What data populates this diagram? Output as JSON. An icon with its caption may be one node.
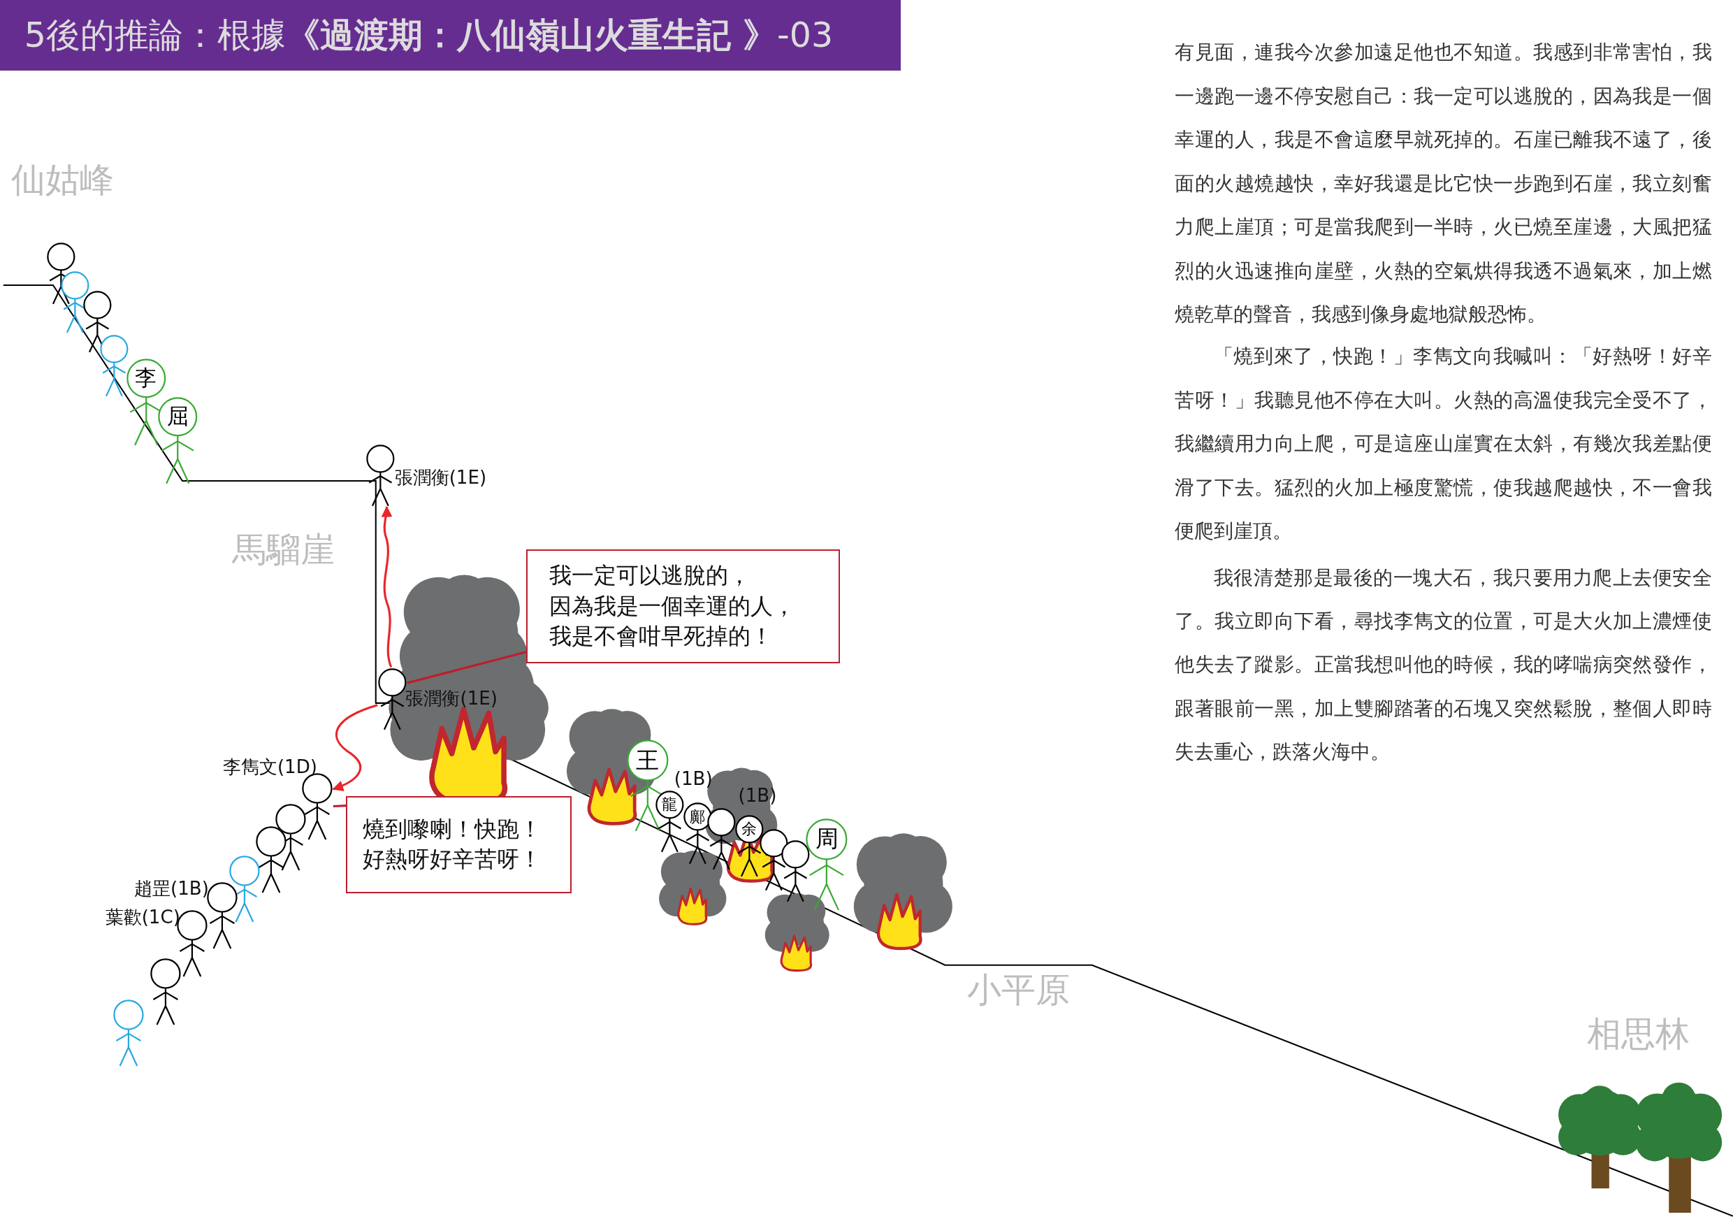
{
  "diagram": {
    "title": "5後的推論：根據**《過渡期：八仙嶺山火重生記 》**-03",
    "nodes": [
      {
        "text": [],
        "shape": "person"
      },
      {
        "text": [],
        "shape": "person"
      },
      {
        "text": [],
        "shape": "person"
      },
      {
        "text": [],
        "shape": "person"
      },
      {
        "text": [
          "李"
        ]
      },
      {
        "text": [
          "屈"
        ]
      },
      {
        "text": [],
        "shape": "person",
        "beside": [
          "張潤衡(1E)"
        ]
      },
      {
        "text": [
          "我一定可以逃脫的，因為我是一個幸運的人，我是不會咁早死掉的！"
        ]
      },
      {
        "text": [],
        "shape": "person",
        "beside": [
          "張潤衡(1E)"
        ]
      },
      {
        "text": [],
        "shape": "person",
        "beside": [
          "李雋文(1D)"
        ]
      },
      {
        "text": [
          "燒到嚟喇！快跑！好熱呀好辛苦呀！"
        ]
      },
      {
        "text": [],
        "shape": "person"
      },
      {
        "text": [],
        "shape": "person"
      },
      {
        "text": [],
        "shape": "person"
      },
      {
        "text": [],
        "shape": "person",
        "beside": [
          "趙罡(1B)"
        ]
      },
      {
        "text": [],
        "shape": "person",
        "beside": [
          "葉歡(1C)"
        ]
      },
      {
        "text": [],
        "shape": "person"
      },
      {
        "text": [],
        "shape": "person"
      },
      {
        "text": [
          "王"
        ]
      },
      {
        "text": [
          "龍"
        ],
        "beside": [
          "(1B)"
        ]
      },
      {
        "text": [
          "鄺"
        ]
      },
      {
        "text": [],
        "shape": "person"
      },
      {
        "text": [
          "余"
        ],
        "beside": [
          "(1B)"
        ]
      },
      {
        "text": [],
        "shape": "person"
      },
      {
        "text": [],
        "shape": "person"
      },
      {
        "text": [
          "周"
        ]
      }
    ],
    "edges": [
      {
        "from": 8,
        "to": 6,
        "arrow": "to",
        "color": "#e8262b"
      },
      {
        "from": 8,
        "to": 9,
        "arrow": "to",
        "color": "#e8262b"
      },
      {
        "from": 7,
        "to": 8,
        "arrow": "none",
        "color": "#be1e2d"
      },
      {
        "from": 10,
        "to": 9,
        "arrow": "none",
        "color": "#be1e2d"
      }
    ],
    "labels": [
      "仙姑峰",
      "馬騮崖",
      "小平原",
      "相思林",
      "有見面，連我今次參加遠足他也不知道。我感到非常害怕，我一邊跑一邊不停安慰自己：我一定可以逃脫的，因為我是一個幸運的人，我是不會這麼早就死掉的。石崖已離我不遠了，後面的火越燒越快，幸好我還是比它快一步跑到石崖，我立刻奮力爬上崖頂；可是當我爬到一半時，火已燒至崖邊，大風把猛烈的火迅速推向崖壁，火熱的空氣烘得我透不過氣來，加上燃燒乾草的聲音，我感到像身處地獄般恐怖。",
      "「燒到來了，快跑！」李雋文向我喊叫：「好熱呀！好辛苦呀！」我聽見他不停在大叫。火熱的高溫使我完全受不了，我繼續用力向上爬，可是這座山崖實在太斜，有幾次我差點便滑了下去。猛烈的火加上極度驚慌，使我越爬越快，不一會我便爬到崖頂。",
      "我很清楚那是最後的一塊大石，我只要用力爬上去便安全了。我立即向下看，尋找李雋文的位置，可是大火加上濃煙使他失去了蹤影。正當我想叫他的時候，我的哮喘病突然發作，跟著眼前一黑，加上雙腳踏著的石塊又突然鬆脫，整個人即時失去重心，跌落火海中。"
    ]
  }
}
